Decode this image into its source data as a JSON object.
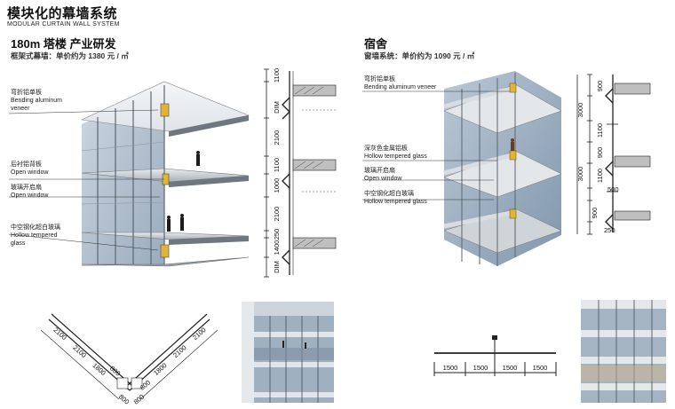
{
  "header": {
    "title": "模块化的幕墙系统",
    "subtitle": "MODULAR CURTAIN WALL SYSTEM"
  },
  "left_section": {
    "title": "180m 塔楼  产业研发",
    "price": "框架式幕墙：单价约为 1380 元 / ㎡",
    "labels": [
      {
        "cn": "弯折铝单板",
        "en": "Bending  aluminum\nveneer"
      },
      {
        "cn": "后衬铝背板",
        "en": "Open window"
      },
      {
        "cn": "玻璃开启扇",
        "en": "Open window"
      },
      {
        "cn": "中空钢化超白玻璃",
        "en": "Hollow  tempered\nglass"
      }
    ],
    "section_dims": [
      "1100",
      "DIM",
      "2100",
      "1100",
      "1000",
      "2100",
      "250",
      "1400",
      "DIM"
    ],
    "plan_dims": [
      "2100",
      "2100",
      "1800",
      "800",
      "800",
      "1800",
      "2100",
      "2100",
      "800",
      "800"
    ]
  },
  "right_section": {
    "title": "宿舍",
    "price": "窗墙系统：单价约为 1090 元 / ㎡",
    "labels": [
      {
        "cn": "弯折铝单板",
        "en": "Bending  aluminum veneer"
      },
      {
        "cn": "深灰色金属铝板",
        "en": "Hollow  tempered glass"
      },
      {
        "cn": "玻璃开启扇",
        "en": "Open window"
      },
      {
        "cn": "中空钢化超白玻璃",
        "en": "Hollow  tempered glass"
      }
    ],
    "section_dims": [
      "900",
      "3000",
      "1100",
      "900",
      "3000",
      "1100",
      "500",
      "900",
      "250"
    ],
    "plan_dims": [
      "1500",
      "1500",
      "1500",
      "1500"
    ]
  }
}
